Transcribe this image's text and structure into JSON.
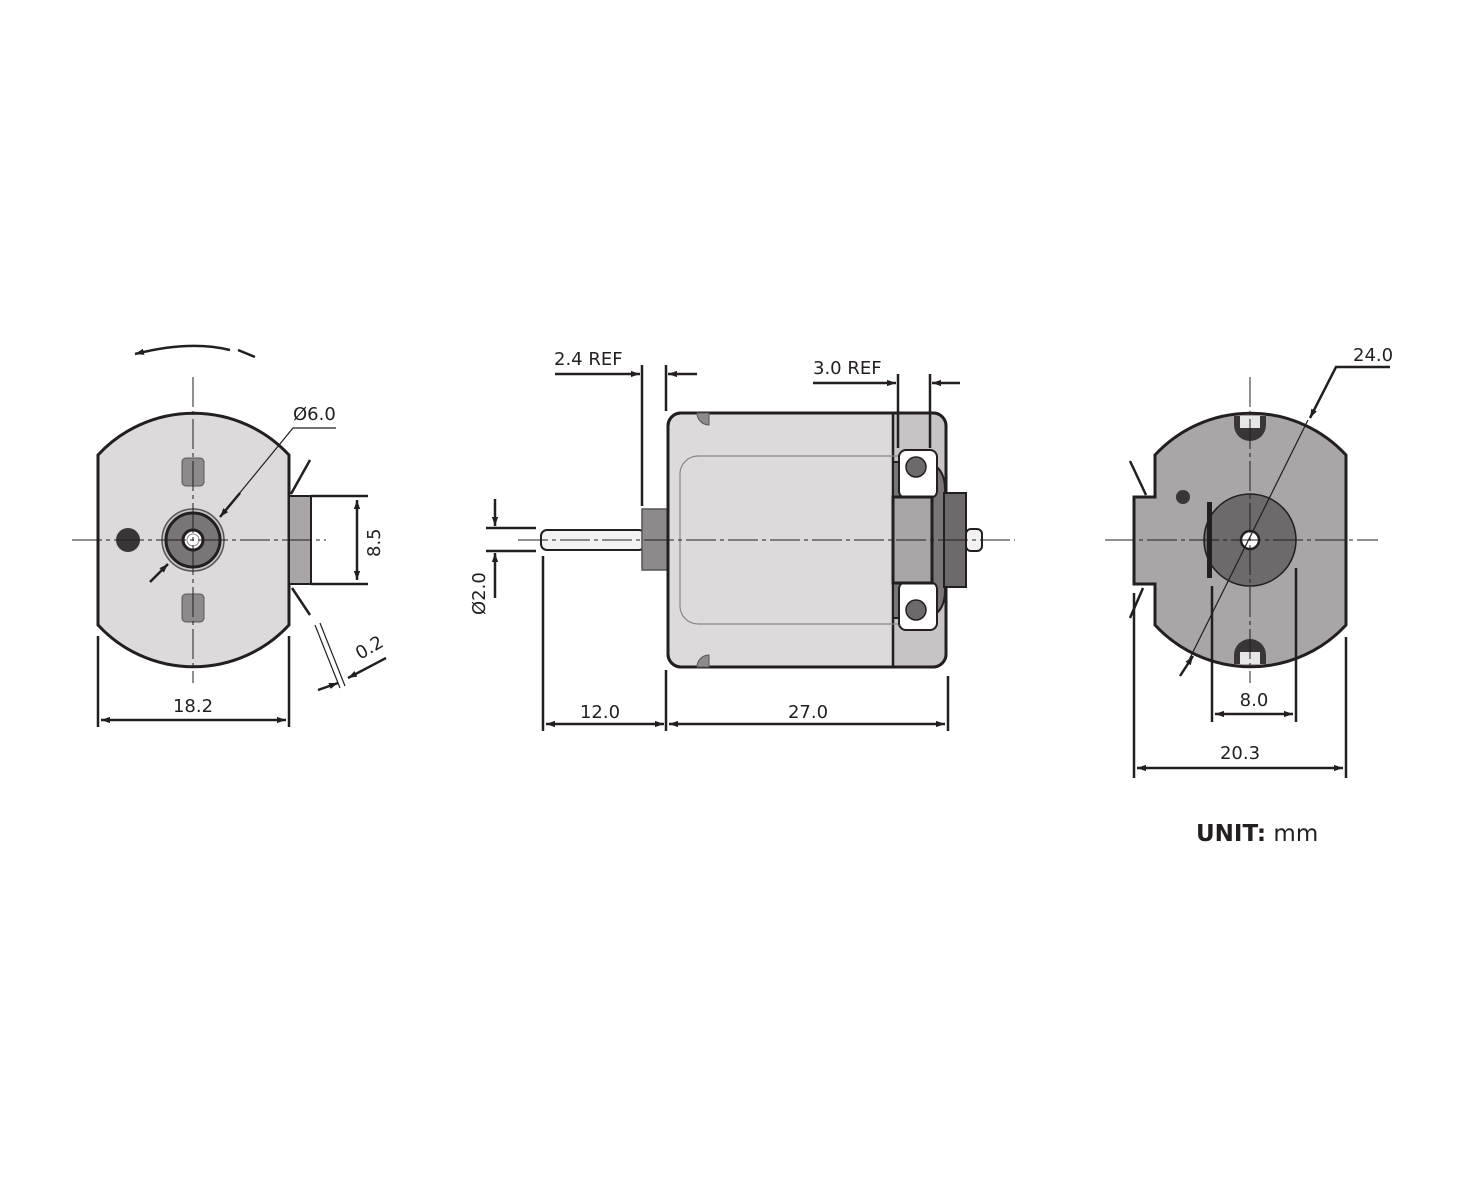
{
  "dimensions": {
    "front_flange_dia": "Ø6.0",
    "terminal_height": "8.5",
    "terminal_thickness": "0.2",
    "front_width": "18.2",
    "bushing_ref": "2.4 REF",
    "terminal_ref": "3.0 REF",
    "shaft_dia": "Ø2.0",
    "shaft_length": "12.0",
    "body_length": "27.0",
    "body_dia": "24.0",
    "rear_boss": "8.0",
    "rear_width": "20.3"
  },
  "unit": {
    "label": "UNIT:",
    "value": " mm"
  },
  "colors": {
    "body": "#dcdadb",
    "rear": "#aaa6a7",
    "dark": "#6e6a6c",
    "line": "#231f20"
  }
}
